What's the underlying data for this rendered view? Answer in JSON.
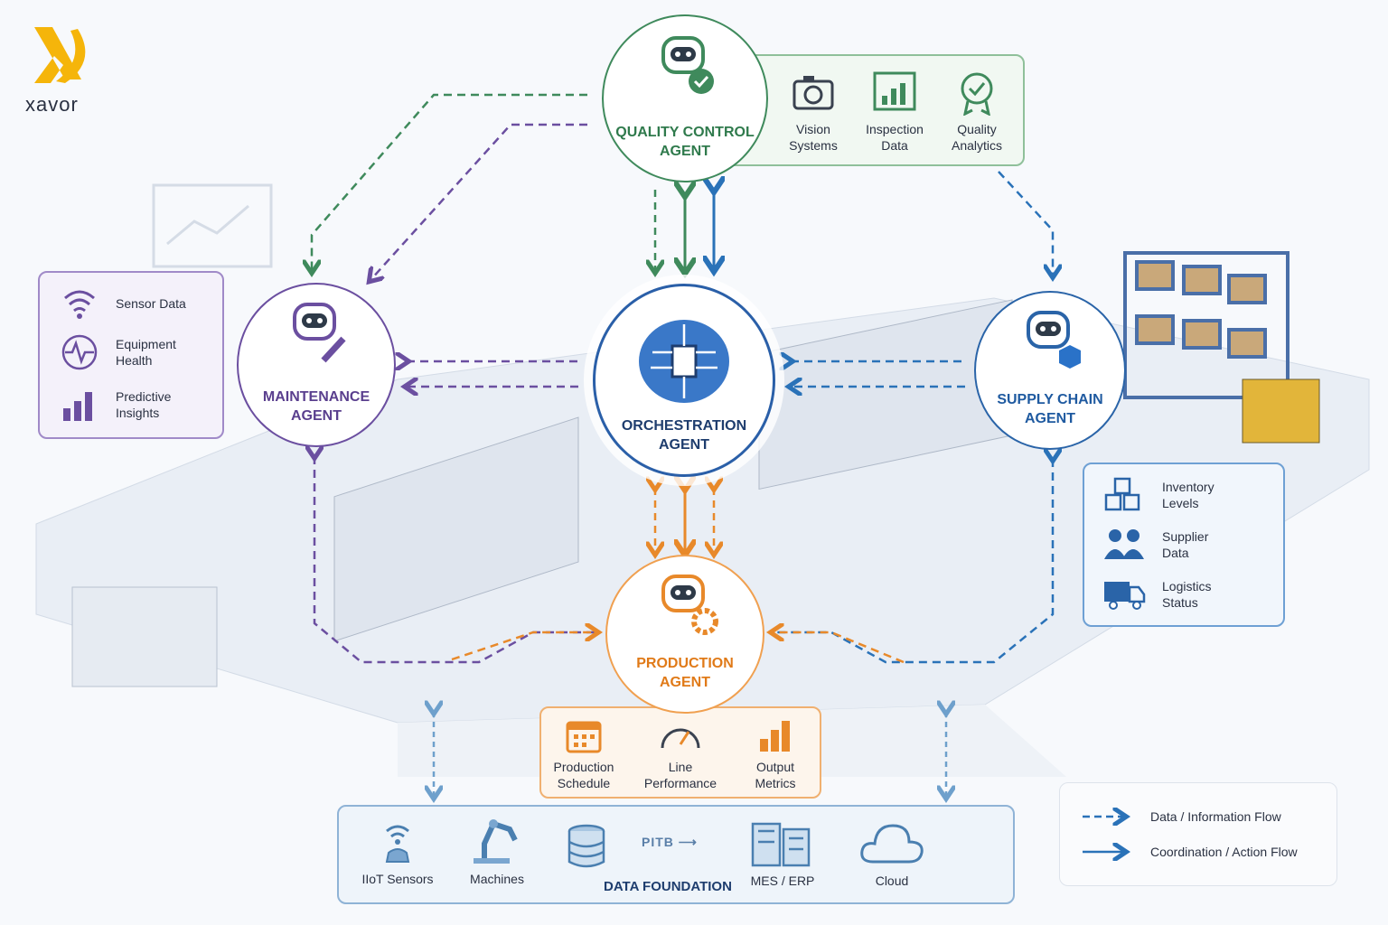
{
  "brand": {
    "name": "xavor",
    "color": "#f5b50a"
  },
  "colors": {
    "maintenance": "#6b4fa0",
    "quality": "#3f8a5c",
    "orchestration": "#2a5fa8",
    "supply": "#2a64a8",
    "production": "#e8892a",
    "foundation": "#4a7fb0"
  },
  "agents": {
    "quality": {
      "line1": "QUALITY CONTROL",
      "line2": "AGENT"
    },
    "maintenance": {
      "line1": "MAINTENANCE",
      "line2": "AGENT"
    },
    "orchestration": {
      "line1": "ORCHESTRATION",
      "line2": "AGENT"
    },
    "supply": {
      "line1": "SUPPLY CHAIN",
      "line2": "AGENT"
    },
    "production": {
      "line1": "PRODUCTION",
      "line2": "AGENT"
    }
  },
  "quality_panel": [
    {
      "l1": "Vision",
      "l2": "Systems",
      "icon": "camera-icon"
    },
    {
      "l1": "Inspection",
      "l2": "Data",
      "icon": "chart-icon"
    },
    {
      "l1": "Quality",
      "l2": "Analytics",
      "icon": "badge-icon"
    }
  ],
  "maintenance_panel": [
    {
      "l1": "Sensor Data",
      "l2": "",
      "icon": "wifi-icon"
    },
    {
      "l1": "Equipment",
      "l2": "Health",
      "icon": "pulse-icon"
    },
    {
      "l1": "Predictive",
      "l2": "Insights",
      "icon": "bars-icon"
    }
  ],
  "supply_panel": [
    {
      "l1": "Inventory",
      "l2": "Levels",
      "icon": "boxes-icon"
    },
    {
      "l1": "Supplier",
      "l2": "Data",
      "icon": "users-icon"
    },
    {
      "l1": "Logistics",
      "l2": "Status",
      "icon": "truck-icon"
    }
  ],
  "production_panel": [
    {
      "l1": "Production",
      "l2": "Schedule",
      "icon": "calendar-icon"
    },
    {
      "l1": "Line",
      "l2": "Performance",
      "icon": "gauge-icon"
    },
    {
      "l1": "Output",
      "l2": "Metrics",
      "icon": "bars-icon"
    }
  ],
  "foundation": {
    "title": "DATA FOUNDATION",
    "items": [
      "IIoT Sensors",
      "Machines",
      "MES / ERP",
      "Cloud"
    ],
    "pipe_label": "PITB"
  },
  "legend": {
    "dashed": "Data / Information Flow",
    "solid": "Coordination / Action Flow"
  }
}
